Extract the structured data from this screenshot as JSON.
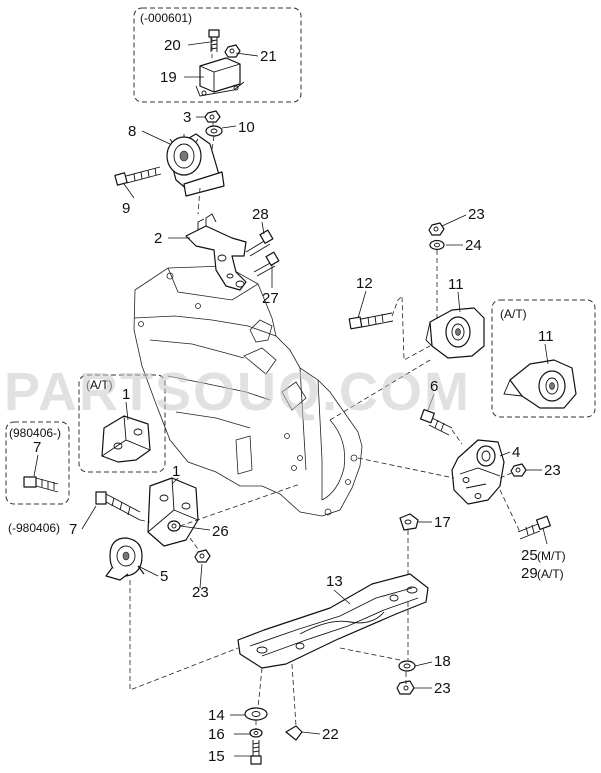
{
  "watermark": "PARTSOUQ.COM",
  "callouts": {
    "c1a": "1",
    "c1b": "1",
    "c2": "2",
    "c3": "3",
    "c4": "4",
    "c5": "5",
    "c6": "6",
    "c7a": "7",
    "c7b": "7",
    "c8": "8",
    "c9": "9",
    "c10": "10",
    "c11a": "11",
    "c11b": "11",
    "c12": "12",
    "c13": "13",
    "c14": "14",
    "c15": "15",
    "c16": "16",
    "c17": "17",
    "c18": "18",
    "c19": "19",
    "c20": "20",
    "c21": "21",
    "c22": "22",
    "c23a": "23",
    "c23b": "23",
    "c23c": "23",
    "c23d": "23",
    "c24": "24",
    "c25": "25",
    "c26": "26",
    "c27": "27",
    "c28": "28",
    "c29": "29"
  },
  "variants": {
    "top_box": "(-000601)",
    "at_left": "(A/T)",
    "at_right": "(A/T)",
    "left_box": "(980406-)",
    "left_bolt": "(-980406)",
    "mt": "(M/T)",
    "at_bolt": "(A/T)"
  }
}
